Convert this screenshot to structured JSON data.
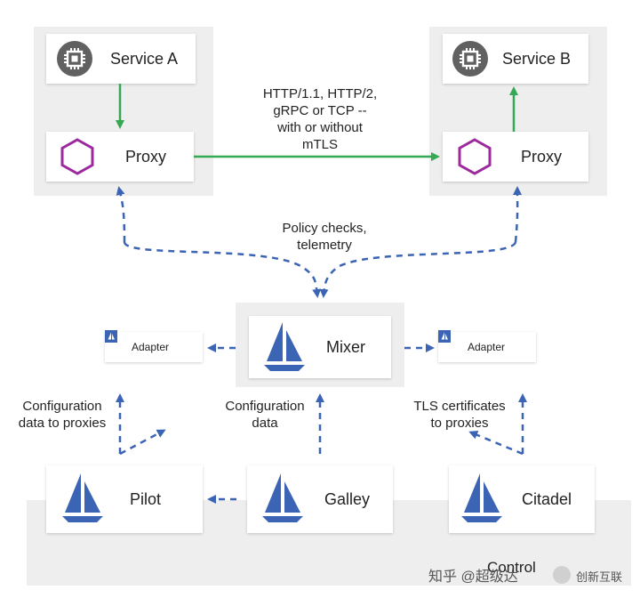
{
  "service_a": {
    "label": "Service A"
  },
  "service_b": {
    "label": "Service B"
  },
  "proxy_a": {
    "label": "Proxy"
  },
  "proxy_b": {
    "label": "Proxy"
  },
  "traffic_note": {
    "lines": [
      "HTTP/1.1, HTTP/2,",
      "gRPC or TCP --",
      "with or without",
      "mTLS"
    ]
  },
  "policy_note": {
    "lines": [
      "Policy checks,",
      "telemetry"
    ]
  },
  "mixer": {
    "label": "Mixer"
  },
  "adapter_left": {
    "label": "Adapter"
  },
  "adapter_right": {
    "label": "Adapter"
  },
  "config_proxies_note": {
    "lines": [
      "Configuration",
      "data to proxies"
    ]
  },
  "config_data_note": {
    "lines": [
      "Configuration",
      "data"
    ]
  },
  "tls_note": {
    "lines": [
      "TLS certificates",
      "to proxies"
    ]
  },
  "pilot": {
    "label": "Pilot"
  },
  "galley": {
    "label": "Galley"
  },
  "citadel": {
    "label": "Citadel"
  },
  "control_plane": {
    "label": "Control"
  },
  "watermark": {
    "left": "知乎 @超级达",
    "right": "创新互联"
  },
  "colors": {
    "green": "#34a853",
    "blue": "#3c64b4",
    "hexagon": "#9c2a9e",
    "chip": "#616161",
    "panel": "#eeeeee"
  }
}
